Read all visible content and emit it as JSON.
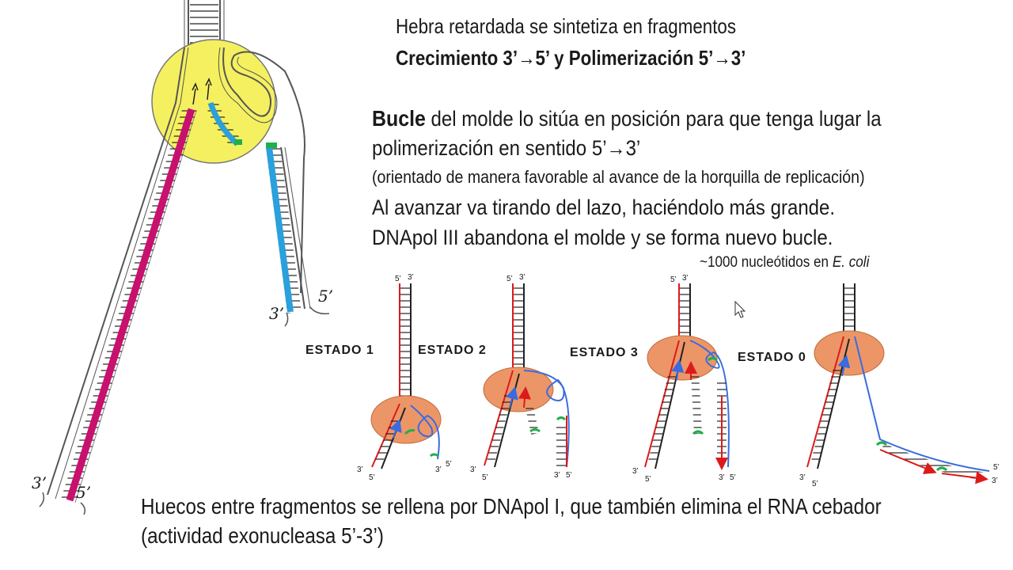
{
  "text": {
    "title": "Hebra retardada se sintetiza en fragmentos",
    "subtitle": "Crecimiento 3’→5’ y Polimerización 5’→3’",
    "p1_bold": "Bucle",
    "p1_rest": " del molde lo sitúa en posición para que tenga lugar la",
    "p2": "polimerización en sentido 5’→3’",
    "p3": "(orientado de manera favorable al avance de la horquilla de replicación)",
    "p4": "Al avanzar va tirando del lazo, haciéndolo más grande.",
    "p5": "DNApol III  abandona el molde y se forma nuevo bucle.",
    "note_prefix": "~1000 nucleótidos en ",
    "note_italic": "E. coli",
    "bottom1": "Huecos entre fragmentos se rellena por DNApol I, que también elimina el RNA cebador",
    "bottom2": "(actividad exonucleasa 5’-3’)"
  },
  "states": {
    "s1": "ESTADO 1",
    "s2": "ESTADO 2",
    "s3": "ESTADO 3",
    "s0": "ESTADO 0"
  },
  "strand_labels": {
    "three_prime": "3’",
    "five_prime": "5’",
    "three_small": "3’",
    "five_small": "5’"
  },
  "colors": {
    "leading_strand": "#c8106e",
    "lagging_fragment": "#2aa0dc",
    "primer": "#1eb04a",
    "polymerase_big": "#f5f060",
    "polymerase_small": "#ec9668",
    "red_strand": "#dd1a1a",
    "blue_strand": "#3a6be0"
  }
}
